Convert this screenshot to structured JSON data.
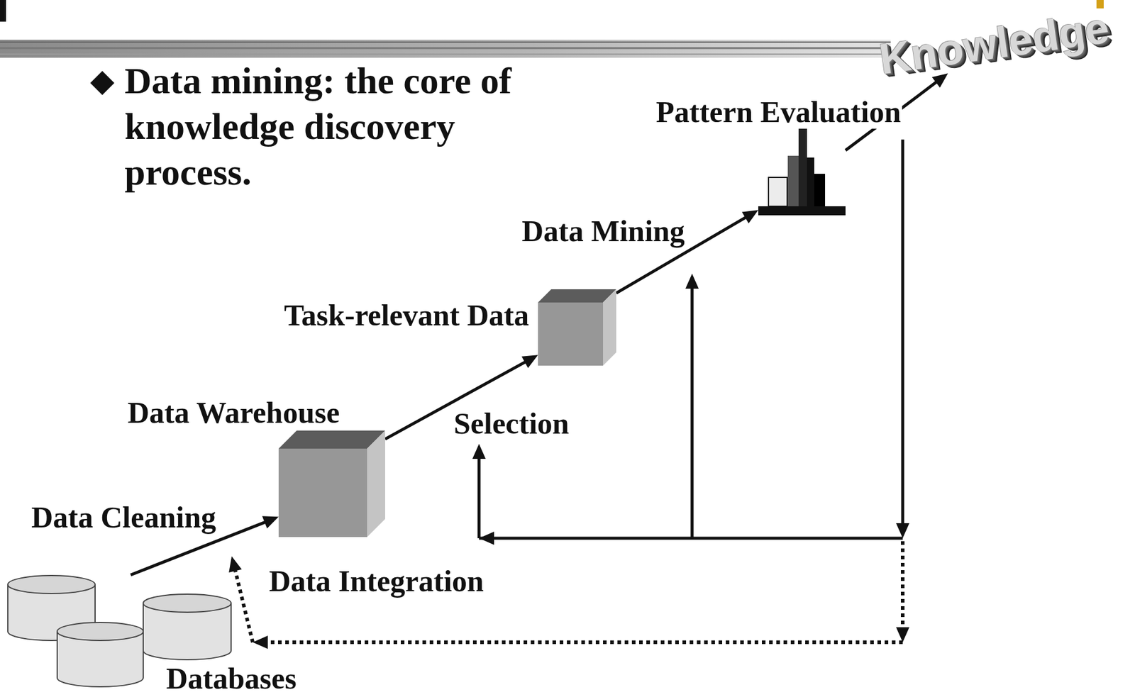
{
  "diagram": {
    "title": "Data mining: the core of knowledge discovery process.",
    "nodes": [
      {
        "text": [
          "Databases"
        ]
      },
      {
        "text": [
          "Data Warehouse"
        ]
      },
      {
        "text": [
          "Task-relevant Data"
        ]
      },
      {
        "text": [
          "Pattern Evaluation"
        ]
      },
      {
        "text": [
          "Knowledge"
        ]
      }
    ],
    "edges": [
      {
        "from": 0,
        "to": 1,
        "arrow": "to",
        "label": "Data Cleaning"
      },
      {
        "from": 1,
        "to": 2,
        "arrow": "to",
        "label": "Selection"
      },
      {
        "from": 2,
        "to": 3,
        "arrow": "to",
        "label": "Data Mining"
      },
      {
        "from": 3,
        "to": 4,
        "arrow": "to"
      }
    ],
    "labels": [
      "Data Integration"
    ]
  }
}
